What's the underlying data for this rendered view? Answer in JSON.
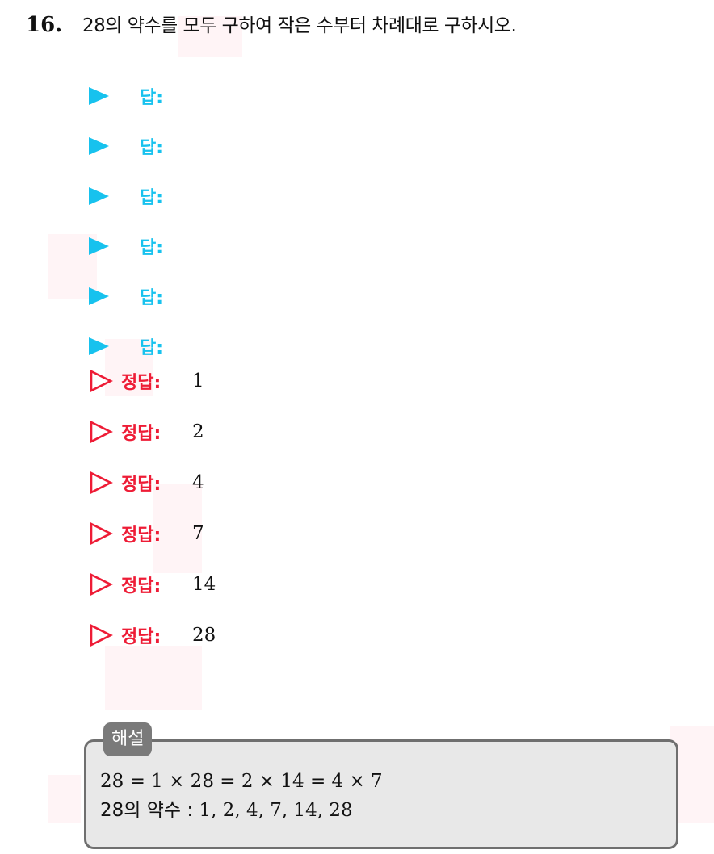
{
  "question": {
    "number": "16.",
    "text": "28의 약수를 모두 구하여 작은 수부터 차례대로 구하시오."
  },
  "answer_blanks": [
    {
      "label": "답:"
    },
    {
      "label": "답:"
    },
    {
      "label": "답:"
    },
    {
      "label": "답:"
    },
    {
      "label": "답:"
    },
    {
      "label": "답:"
    }
  ],
  "correct_answers": [
    {
      "label": "정답:",
      "value": "1"
    },
    {
      "label": "정답:",
      "value": "2"
    },
    {
      "label": "정답:",
      "value": "4"
    },
    {
      "label": "정답:",
      "value": "7"
    },
    {
      "label": "정답:",
      "value": "14"
    },
    {
      "label": "정답:",
      "value": "28"
    }
  ],
  "explanation": {
    "tag": "해설",
    "line1": "28 = 1 × 28 = 2 × 14 = 4 × 7",
    "line2_prefix": "28의 약수 : ",
    "line2_values": "1, 2, 4, 7, 14, 28"
  },
  "colors": {
    "answer_accent": "#17c2ee",
    "correct_accent": "#ee1c36",
    "explain_bg": "#e8e8e8",
    "explain_border": "#6f6f6f"
  }
}
